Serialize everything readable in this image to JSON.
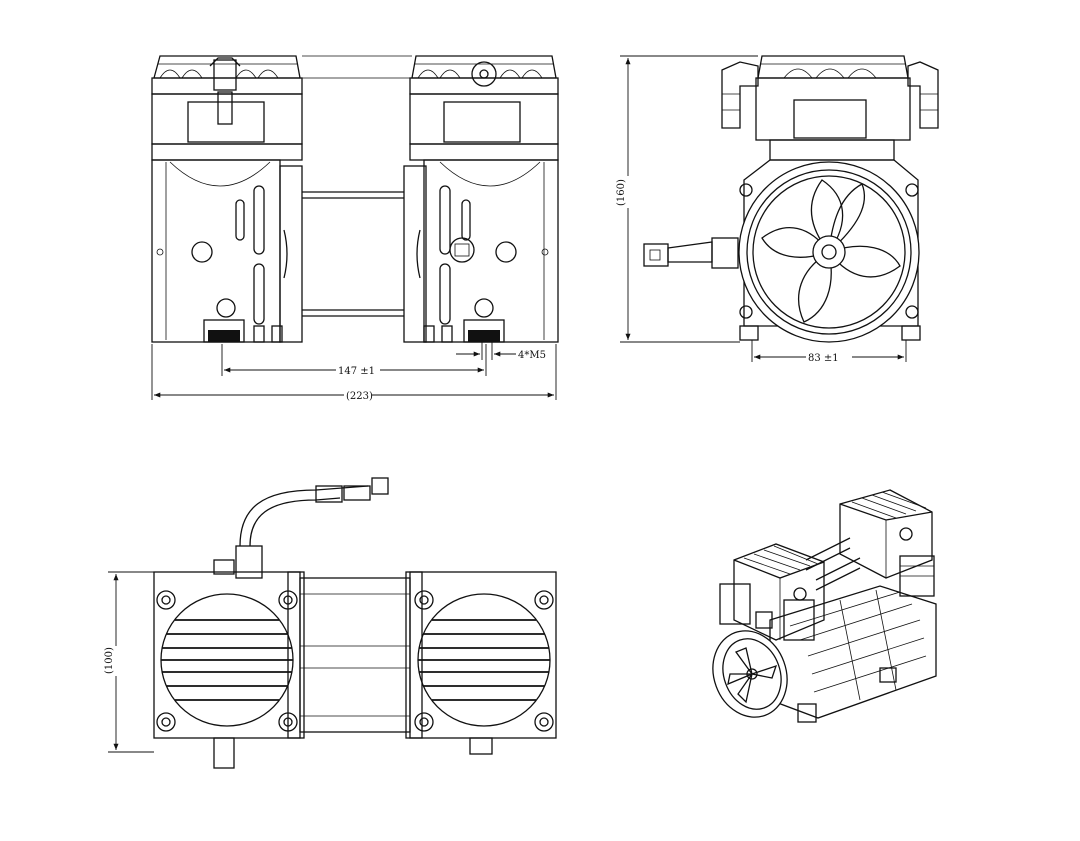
{
  "drawing": {
    "front_view": {
      "dim_mount_spacing": "147 ±1",
      "dim_overall_length": "(223)",
      "dim_mount_holes": "4*M5"
    },
    "side_view": {
      "dim_height": "(160)",
      "dim_mount_spacing": "83 ±1"
    },
    "top_view": {
      "dim_width": "(100)"
    }
  }
}
